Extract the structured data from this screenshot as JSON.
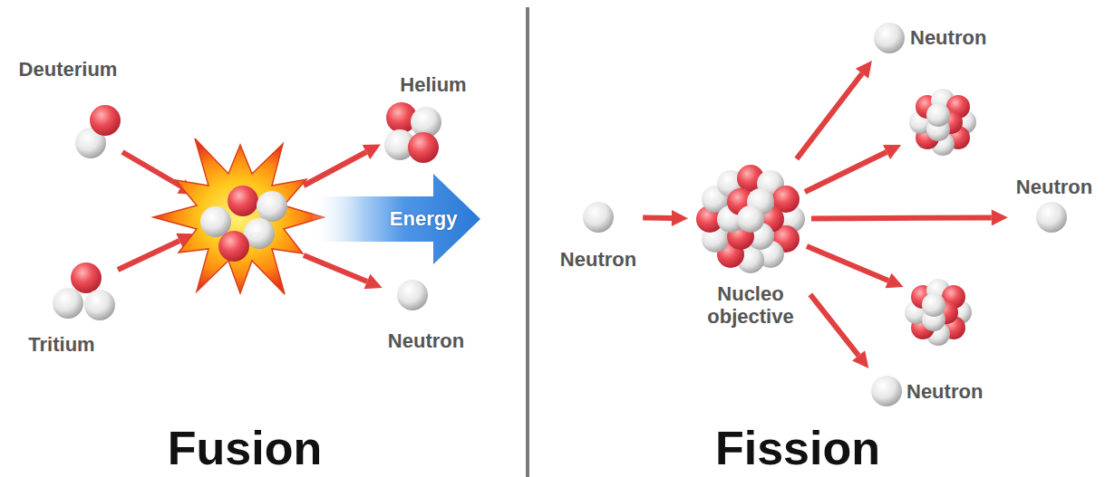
{
  "diagram": {
    "nodes": [
      {
        "text": [
          "Deuterium"
        ]
      },
      {
        "text": [
          "Tritium"
        ]
      },
      {
        "text": [
          "Helium"
        ]
      },
      {
        "text": [
          "Energy"
        ]
      },
      {
        "text": [
          "Neutron"
        ]
      },
      {
        "text": [
          "Neutron"
        ]
      },
      {
        "text": [
          "Nucleo objective"
        ]
      },
      {
        "text": [
          "Neutron"
        ]
      },
      {
        "text": [
          "Neutron"
        ]
      },
      {
        "text": [
          "Neutron"
        ]
      }
    ],
    "edges": [
      {
        "from": 5,
        "to": 6,
        "arrow": "to"
      },
      {
        "from": 6,
        "to": 7,
        "arrow": "to"
      },
      {
        "from": 6,
        "to": 8,
        "arrow": "to"
      },
      {
        "from": 6,
        "to": 9,
        "arrow": "to"
      }
    ],
    "labels": [
      "Fusion",
      "Fission"
    ]
  }
}
